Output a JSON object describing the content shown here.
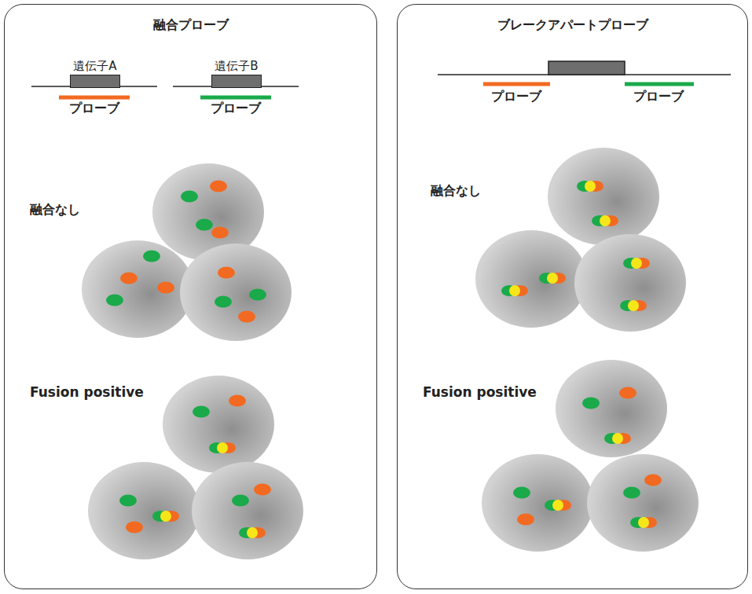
{
  "diagram": {
    "nodes": [
      {
        "text": [
          "融合プローブ"
        ]
      },
      {
        "text": [
          "遺伝子A"
        ],
        "in": 0
      },
      {
        "text": [
          "遺伝子B"
        ],
        "in": 0
      },
      {
        "text": [
          "ブレークアパートプローブ"
        ]
      }
    ],
    "labels": [
      "プローブ",
      "プローブ",
      "融合なし",
      "Fusion positive",
      "プローブ",
      "プローブ",
      "融合なし",
      "Fusion positive"
    ]
  }
}
